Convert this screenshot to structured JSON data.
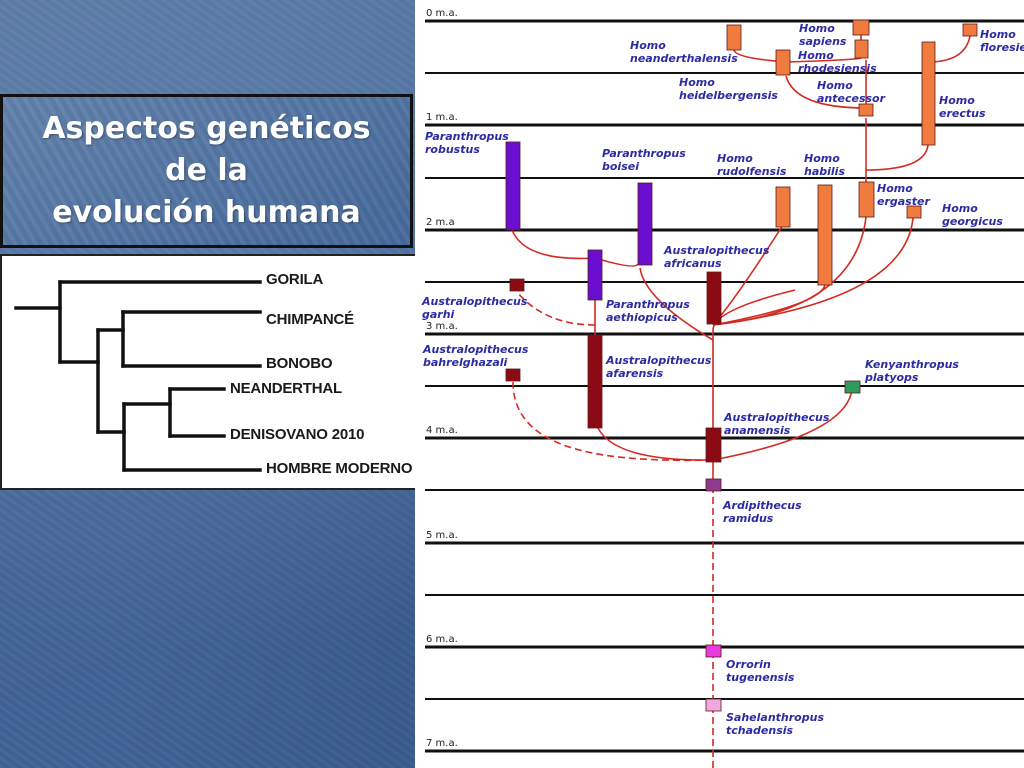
{
  "slide": {
    "title": "Aspectos genéticos\nde la\nevolución humana"
  },
  "colors": {
    "background": "#4a6c9e",
    "branch_red": "#d42a22",
    "label_blue": "#2b2ba3",
    "paranthropus": "#6a0fd0",
    "australopithecus": "#8b0a14",
    "homo": "#f07b3f",
    "kenyanthropus": "#2e9b5a",
    "ardipithecus": "#8e3a8e",
    "orrorin": "#e83ae0",
    "sahelanthropus": "#f0a8e0"
  },
  "cladogram": {
    "labels": [
      "GORILA",
      "CHIMPANCÉ",
      "BONOBO",
      "NEANDERTHAL",
      "DENISOVANO 2010",
      "HOMBRE MODERNO"
    ]
  },
  "timeline": {
    "ma_labels": [
      "0 m.a.",
      "1 m.a.",
      "2 m.a",
      "3 m.a.",
      "4 m.a.",
      "5 m.a.",
      "6 m.a.",
      "7 m.a."
    ],
    "species": [
      {
        "id": "homo-neanderthalensis",
        "label": "Homo\nneanderthalensis"
      },
      {
        "id": "homo-sapiens",
        "label": "Homo\nsapiens"
      },
      {
        "id": "homo-rhodesiensis",
        "label": "Homo\nrhodesiensis"
      },
      {
        "id": "homo-floresiensis",
        "label": "Homo\nfloresiensis"
      },
      {
        "id": "homo-heidelbergensis",
        "label": "Homo\nheidelbergensis"
      },
      {
        "id": "homo-antecessor",
        "label": "Homo\nantecessor"
      },
      {
        "id": "homo-erectus",
        "label": "Homo\nerectus"
      },
      {
        "id": "paranthropus-robustus",
        "label": "Paranthropus\nrobustus"
      },
      {
        "id": "paranthropus-boisei",
        "label": "Paranthropus\nboisei"
      },
      {
        "id": "homo-rudolfensis",
        "label": "Homo\nrudolfensis"
      },
      {
        "id": "homo-habilis",
        "label": "Homo\nhabilis"
      },
      {
        "id": "homo-ergaster",
        "label": "Homo\nergaster"
      },
      {
        "id": "homo-georgicus",
        "label": "Homo\ngeorgicus"
      },
      {
        "id": "australopithecus-africanus",
        "label": "Australopithecus\nafricanus"
      },
      {
        "id": "australopithecus-garhi",
        "label": "Australopithecus\ngarhi"
      },
      {
        "id": "paranthropus-aethiopicus",
        "label": "Paranthropus\naethiopicus"
      },
      {
        "id": "australopithecus-bahrelghazali",
        "label": "Australopithecus\nbahrelghazali"
      },
      {
        "id": "australopithecus-afarensis",
        "label": "Australopithecus\nafarensis"
      },
      {
        "id": "kenyanthropus-platyops",
        "label": "Kenyanthropus\nplatyops"
      },
      {
        "id": "australopithecus-anamensis",
        "label": "Australopithecus\nanamensis"
      },
      {
        "id": "ardipithecus-ramidus",
        "label": "Ardipithecus\nramidus"
      },
      {
        "id": "orrorin-tugenensis",
        "label": "Orrorin\ntugenensis"
      },
      {
        "id": "sahelanthropus-tchadensis",
        "label": "Sahelanthropus\ntchadensis"
      }
    ]
  }
}
